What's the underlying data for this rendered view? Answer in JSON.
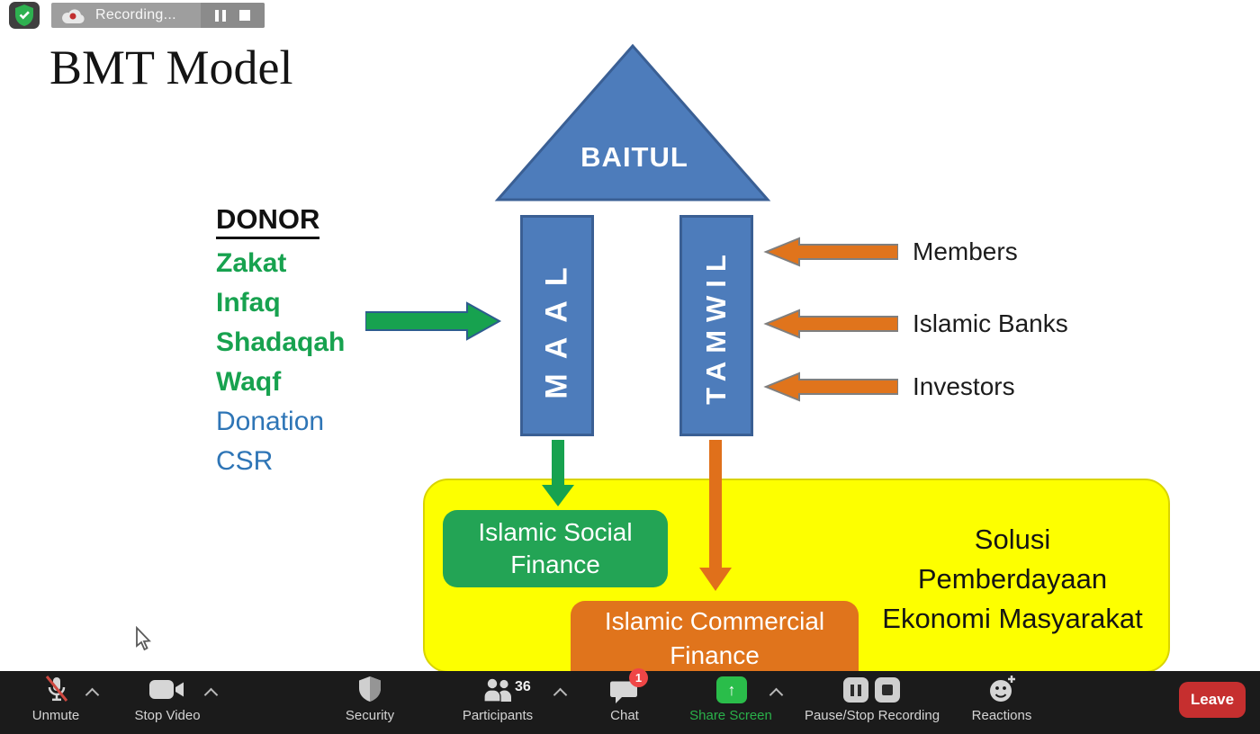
{
  "recording_strip": {
    "label": "Recording..."
  },
  "slide": {
    "title": "BMT Model",
    "roof_label": "BAITUL",
    "pillar_left": "MAAL",
    "pillar_right": "TAMWIL",
    "donor": {
      "heading": "DONOR",
      "green_items": [
        "Zakat",
        "Infaq",
        "Shadaqah",
        "Waqf"
      ],
      "blue_items": [
        "Donation",
        "CSR"
      ]
    },
    "inflows": [
      "Members",
      "Islamic Banks",
      "Investors"
    ],
    "social_box": "Islamic Social Finance",
    "commercial_box": "Islamic Commercial Finance",
    "solution_lines": [
      "Solusi",
      "Pemberdayaan",
      "Ekonomi Masyarakat"
    ]
  },
  "toolbar": {
    "unmute": "Unmute",
    "stop_video": "Stop Video",
    "security": "Security",
    "participants": "Participants",
    "participants_count": "36",
    "chat": "Chat",
    "chat_badge": "1",
    "share_screen": "Share Screen",
    "share_icon_glyph": "↑",
    "pause_stop_recording": "Pause/Stop Recording",
    "reactions": "Reactions",
    "leave": "Leave"
  },
  "colors": {
    "shape_blue": "#4d7cbb",
    "shape_blue_border": "#3a5f94",
    "green": "#17a24f",
    "green_box": "#23a455",
    "blue_text": "#2e75b6",
    "orange": "#e0741c",
    "yellow": "#fdff00",
    "toolbar_bg": "#1b1b1b",
    "share_green": "#2abd4a",
    "leave_red": "#c62f2f",
    "badge_red": "#ef4646",
    "mute_slash_red": "#cf4840"
  }
}
